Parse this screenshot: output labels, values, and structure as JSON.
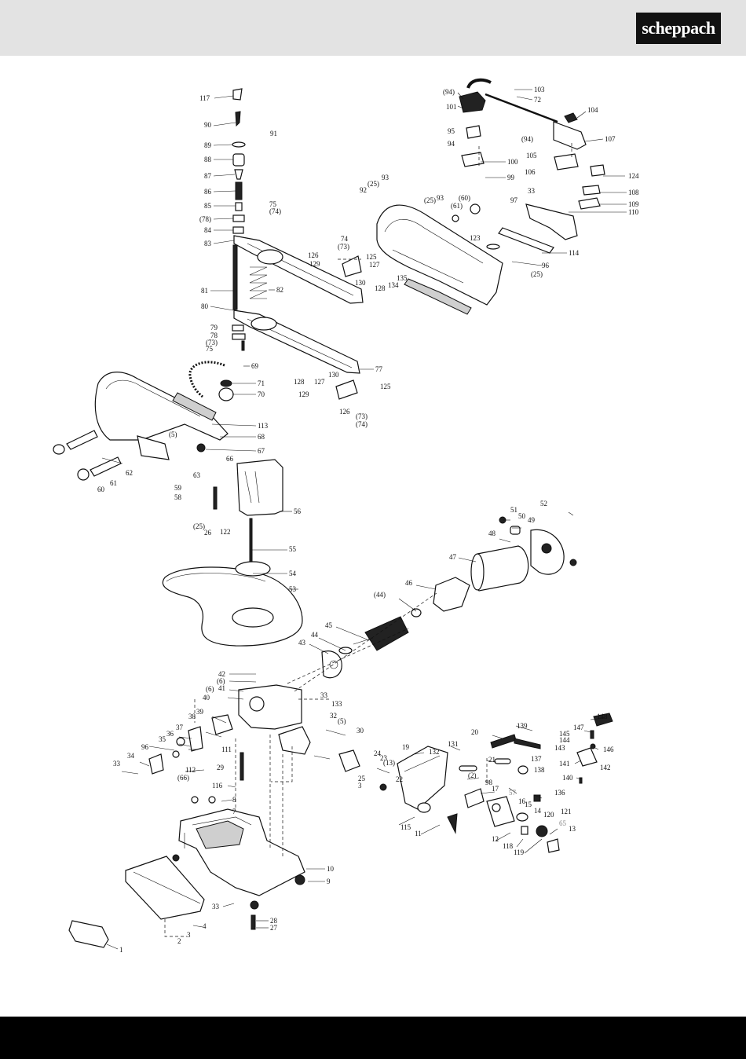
{
  "brand": {
    "logo_text": "scheppach",
    "header_bg": "#e3e3e3",
    "footer_bg": "#000000"
  },
  "diagram": {
    "callouts": [
      {
        "id": "c1",
        "text": "117"
      },
      {
        "id": "c2",
        "text": "90"
      },
      {
        "id": "c3",
        "text": "91"
      },
      {
        "id": "c4",
        "text": "89"
      },
      {
        "id": "c5",
        "text": "88"
      },
      {
        "id": "c6",
        "text": "87"
      },
      {
        "id": "c7",
        "text": "86"
      },
      {
        "id": "c8",
        "text": "85"
      },
      {
        "id": "c9",
        "text": "75"
      },
      {
        "id": "c10",
        "text": "(74)"
      },
      {
        "id": "c11",
        "text": "(78)"
      },
      {
        "id": "c12",
        "text": "84"
      },
      {
        "id": "c13",
        "text": "83"
      },
      {
        "id": "c14",
        "text": "81"
      },
      {
        "id": "c15",
        "text": "82"
      },
      {
        "id": "c16",
        "text": "80"
      },
      {
        "id": "c17",
        "text": "79"
      },
      {
        "id": "c18",
        "text": "78"
      },
      {
        "id": "c19",
        "text": "(73)"
      },
      {
        "id": "c20",
        "text": "75"
      },
      {
        "id": "c21",
        "text": "69"
      },
      {
        "id": "c22",
        "text": "71"
      },
      {
        "id": "c23",
        "text": "70"
      },
      {
        "id": "c24",
        "text": "113"
      },
      {
        "id": "c25",
        "text": "(5)"
      },
      {
        "id": "c26",
        "text": "68"
      },
      {
        "id": "c27",
        "text": "67"
      },
      {
        "id": "c28",
        "text": "66"
      },
      {
        "id": "c29",
        "text": "63"
      },
      {
        "id": "c30",
        "text": "62"
      },
      {
        "id": "c31",
        "text": "61"
      },
      {
        "id": "c32",
        "text": "60"
      },
      {
        "id": "c33",
        "text": "59"
      },
      {
        "id": "c34",
        "text": "58"
      },
      {
        "id": "c35",
        "text": "56"
      },
      {
        "id": "c36",
        "text": "(25)"
      },
      {
        "id": "c37",
        "text": "26"
      },
      {
        "id": "c38",
        "text": "122"
      },
      {
        "id": "c39",
        "text": "55"
      },
      {
        "id": "c40",
        "text": "54"
      },
      {
        "id": "c41",
        "text": "53"
      },
      {
        "id": "c42",
        "text": "77"
      },
      {
        "id": "c43",
        "text": "74"
      },
      {
        "id": "c44",
        "text": "(73)"
      },
      {
        "id": "c45",
        "text": "126"
      },
      {
        "id": "c46",
        "text": "129"
      },
      {
        "id": "c47",
        "text": "125"
      },
      {
        "id": "c48",
        "text": "127"
      },
      {
        "id": "c49",
        "text": "130"
      },
      {
        "id": "c50",
        "text": "135"
      },
      {
        "id": "c51",
        "text": "134"
      },
      {
        "id": "c52",
        "text": "128"
      },
      {
        "id": "c53",
        "text": "128"
      },
      {
        "id": "c54",
        "text": "127"
      },
      {
        "id": "c55",
        "text": "130"
      },
      {
        "id": "c56",
        "text": "125"
      },
      {
        "id": "c57",
        "text": "129"
      },
      {
        "id": "c58",
        "text": "126"
      },
      {
        "id": "c59",
        "text": "(73)"
      },
      {
        "id": "c60",
        "text": "(74)"
      },
      {
        "id": "c61",
        "text": "(94)"
      },
      {
        "id": "c62",
        "text": "101"
      },
      {
        "id": "c63",
        "text": "103"
      },
      {
        "id": "c64",
        "text": "72"
      },
      {
        "id": "c65",
        "text": "104"
      },
      {
        "id": "c66",
        "text": "95"
      },
      {
        "id": "c67",
        "text": "94"
      },
      {
        "id": "c68",
        "text": "(94)"
      },
      {
        "id": "c69",
        "text": "107"
      },
      {
        "id": "c70",
        "text": "100"
      },
      {
        "id": "c71",
        "text": "99"
      },
      {
        "id": "c72",
        "text": "105"
      },
      {
        "id": "c73",
        "text": "106"
      },
      {
        "id": "c74",
        "text": "124"
      },
      {
        "id": "c75",
        "text": "93"
      },
      {
        "id": "c76",
        "text": "(25)"
      },
      {
        "id": "c77",
        "text": "92"
      },
      {
        "id": "c78",
        "text": "(25)"
      },
      {
        "id": "c79",
        "text": "93"
      },
      {
        "id": "c80",
        "text": "(60)"
      },
      {
        "id": "c81",
        "text": "(61)"
      },
      {
        "id": "c82",
        "text": "33"
      },
      {
        "id": "c83",
        "text": "97"
      },
      {
        "id": "c84",
        "text": "108"
      },
      {
        "id": "c85",
        "text": "109"
      },
      {
        "id": "c86",
        "text": "110"
      },
      {
        "id": "c87",
        "text": "123"
      },
      {
        "id": "c88",
        "text": "114"
      },
      {
        "id": "c89",
        "text": "96"
      },
      {
        "id": "c90",
        "text": "(25)"
      },
      {
        "id": "c91",
        "text": "52"
      },
      {
        "id": "c92",
        "text": "51"
      },
      {
        "id": "c93",
        "text": "50"
      },
      {
        "id": "c94",
        "text": "49"
      },
      {
        "id": "c95",
        "text": "48"
      },
      {
        "id": "c96",
        "text": "47"
      },
      {
        "id": "c97",
        "text": "46"
      },
      {
        "id": "c98",
        "text": "(44)"
      },
      {
        "id": "c99",
        "text": "45"
      },
      {
        "id": "c100",
        "text": "44"
      },
      {
        "id": "c101",
        "text": "43"
      },
      {
        "id": "c102",
        "text": "42"
      },
      {
        "id": "c103",
        "text": "(6)"
      },
      {
        "id": "c104",
        "text": "41"
      },
      {
        "id": "c105",
        "text": "(6)"
      },
      {
        "id": "c106",
        "text": "40"
      },
      {
        "id": "c107",
        "text": "39"
      },
      {
        "id": "c108",
        "text": "38"
      },
      {
        "id": "c109",
        "text": "37"
      },
      {
        "id": "c110",
        "text": "36"
      },
      {
        "id": "c111",
        "text": "35"
      },
      {
        "id": "c112",
        "text": "96"
      },
      {
        "id": "c113",
        "text": "34"
      },
      {
        "id": "c114",
        "text": "33"
      },
      {
        "id": "c115",
        "text": "111"
      },
      {
        "id": "c116",
        "text": "112"
      },
      {
        "id": "c117",
        "text": "(66)"
      },
      {
        "id": "c118",
        "text": "33"
      },
      {
        "id": "c119",
        "text": "133"
      },
      {
        "id": "c120",
        "text": "32"
      },
      {
        "id": "c121",
        "text": "(5)"
      },
      {
        "id": "c122",
        "text": "30"
      },
      {
        "id": "c123",
        "text": "29"
      },
      {
        "id": "c124",
        "text": "116"
      },
      {
        "id": "c125",
        "text": "8"
      },
      {
        "id": "c126",
        "text": "7"
      },
      {
        "id": "c127",
        "text": "24"
      },
      {
        "id": "c128",
        "text": "23"
      },
      {
        "id": "c129",
        "text": "(13)"
      },
      {
        "id": "c130",
        "text": "25"
      },
      {
        "id": "c131",
        "text": "3"
      },
      {
        "id": "c132",
        "text": "22"
      },
      {
        "id": "c133",
        "text": "19"
      },
      {
        "id": "c134",
        "text": "132"
      },
      {
        "id": "c135",
        "text": "131"
      },
      {
        "id": "c136",
        "text": "20"
      },
      {
        "id": "c137",
        "text": "139"
      },
      {
        "id": "c138",
        "text": "21"
      },
      {
        "id": "c139",
        "text": "(2)"
      },
      {
        "id": "c140",
        "text": "98"
      },
      {
        "id": "c141",
        "text": "17"
      },
      {
        "id": "c142",
        "text": "137"
      },
      {
        "id": "c143",
        "text": "138"
      },
      {
        "id": "c144",
        "text": "57"
      },
      {
        "id": "c145",
        "text": "16"
      },
      {
        "id": "c146",
        "text": "136"
      },
      {
        "id": "c147",
        "text": "14"
      },
      {
        "id": "c148",
        "text": "15"
      },
      {
        "id": "c149",
        "text": "120"
      },
      {
        "id": "c150",
        "text": "121"
      },
      {
        "id": "c151",
        "text": "65"
      },
      {
        "id": "c152",
        "text": "13"
      },
      {
        "id": "c153",
        "text": "12"
      },
      {
        "id": "c154",
        "text": "118"
      },
      {
        "id": "c155",
        "text": "119"
      },
      {
        "id": "c156",
        "text": "11"
      },
      {
        "id": "c157",
        "text": "115"
      },
      {
        "id": "c158",
        "text": "148"
      },
      {
        "id": "c159",
        "text": "147"
      },
      {
        "id": "c160",
        "text": "145"
      },
      {
        "id": "c161",
        "text": "144"
      },
      {
        "id": "c162",
        "text": "143"
      },
      {
        "id": "c163",
        "text": "146"
      },
      {
        "id": "c164",
        "text": "141"
      },
      {
        "id": "c165",
        "text": "142"
      },
      {
        "id": "c166",
        "text": "140"
      },
      {
        "id": "c167",
        "text": "10"
      },
      {
        "id": "c168",
        "text": "9"
      },
      {
        "id": "c169",
        "text": "33"
      },
      {
        "id": "c170",
        "text": "28"
      },
      {
        "id": "c171",
        "text": "27"
      },
      {
        "id": "c172",
        "text": "4"
      },
      {
        "id": "c173",
        "text": "3"
      },
      {
        "id": "c174",
        "text": "2"
      },
      {
        "id": "c175",
        "text": "1"
      }
    ]
  }
}
